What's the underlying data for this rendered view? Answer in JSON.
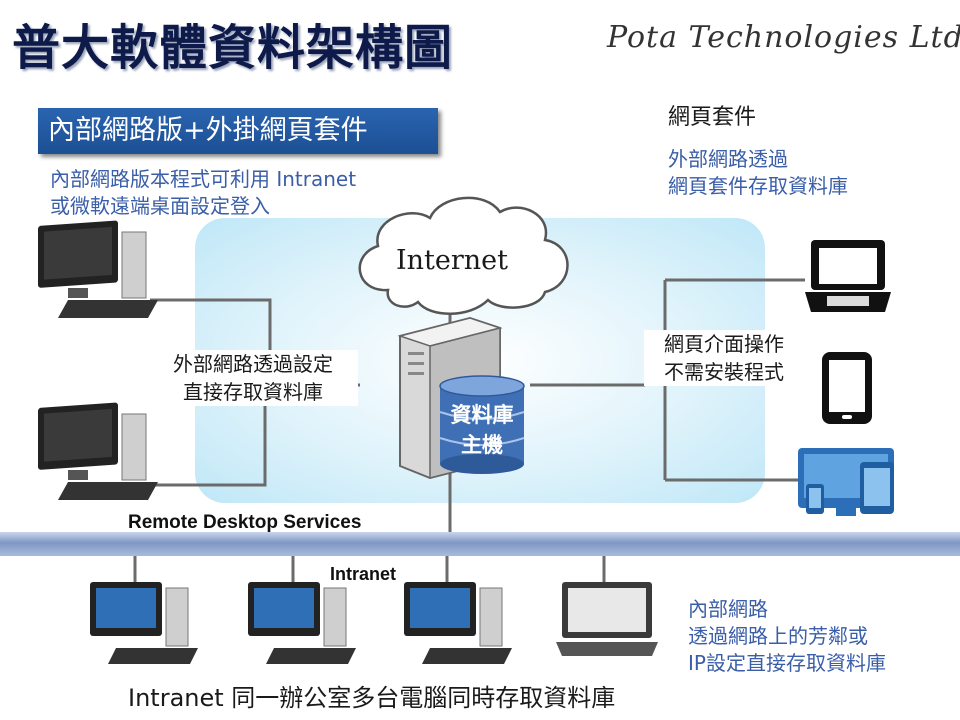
{
  "title": "普大軟體資料架構圖",
  "company": "Pota Technologies Ltd.",
  "section_banner": "內部網路版+外掛網頁套件",
  "left_note": [
    "內部網路版本程式可利用 Intranet",
    "或微軟遠端桌面設定登入"
  ],
  "right_heading": "網頁套件",
  "right_note": [
    "外部網路透過",
    "網頁套件存取資料庫"
  ],
  "cloud_label": "Internet",
  "left_box": [
    "外部網路透過設定",
    "直接存取資料庫"
  ],
  "right_box": [
    "網頁介面操作",
    "不需安裝程式"
  ],
  "db_label": [
    "資料庫",
    "主機"
  ],
  "bus_top_label": "Remote  Desktop Services",
  "bus_bottom_label": "Intranet",
  "bottom_caption": "Intranet 同一辦公室多台電腦同時存取資料庫",
  "bottom_right_note": [
    "內部網路",
    "透過網路上的芳鄰或",
    "IP設定直接存取資料庫"
  ],
  "colors": {
    "title": "#0d1a4a",
    "banner": "#1c4f94",
    "note_blue": "#3a5ea8",
    "panel": "#bfe7f7",
    "bus": "#7f97c4"
  }
}
